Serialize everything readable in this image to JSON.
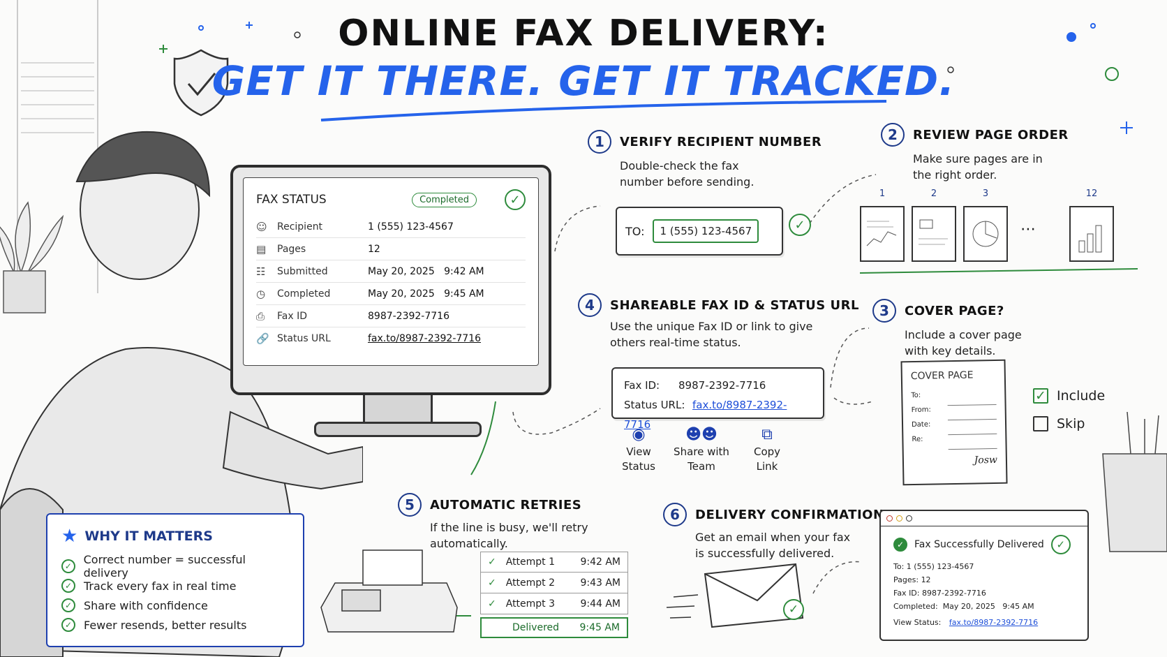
{
  "title": {
    "line1": "ONLINE FAX DELIVERY:",
    "line2": "GET IT THERE. GET IT TRACKED."
  },
  "fax_status": {
    "heading": "FAX STATUS",
    "badge": "Completed",
    "rows": [
      {
        "icon": "person-icon",
        "label": "Recipient",
        "value": "1 (555) 123-4567"
      },
      {
        "icon": "pages-icon",
        "label": "Pages",
        "value": "12"
      },
      {
        "icon": "calendar-icon",
        "label": "Submitted",
        "value": "May 20, 2025   9:42 AM"
      },
      {
        "icon": "clock-icon",
        "label": "Completed",
        "value": "May 20, 2025   9:45 AM"
      },
      {
        "icon": "fax-icon",
        "label": "Fax ID",
        "value": "8987-2392-7716"
      },
      {
        "icon": "link-icon",
        "label": "Status URL",
        "value": "fax.to/8987-2392-7716"
      }
    ]
  },
  "why": {
    "heading": "WHY IT MATTERS",
    "items": [
      "Correct number = successful delivery",
      "Track every fax in real time",
      "Share with confidence",
      "Fewer resends, better results"
    ]
  },
  "step1": {
    "num": "1",
    "title": "VERIFY RECIPIENT NUMBER",
    "desc1": "Double-check the fax",
    "desc2": "number before sending.",
    "to_label": "TO:",
    "to_value": "1 (555) 123-4567"
  },
  "step2": {
    "num": "2",
    "title": "REVIEW PAGE ORDER",
    "desc1": "Make sure pages are in",
    "desc2": "the right order.",
    "pages": [
      "1",
      "2",
      "3",
      "12"
    ]
  },
  "step3": {
    "num": "3",
    "title": "COVER PAGE?",
    "desc1": "Include a cover page",
    "desc2": "with key details.",
    "cover_title": "COVER PAGE",
    "fields": [
      "To:",
      "From:",
      "Date:",
      "Re:"
    ],
    "signature": "Josw",
    "include": "Include",
    "skip": "Skip"
  },
  "step4": {
    "num": "4",
    "title": "SHAREABLE FAX ID & STATUS URL",
    "desc1": "Use the unique Fax ID or link to give",
    "desc2": "others real-time status.",
    "fax_id_label": "Fax ID:",
    "fax_id_value": "8987-2392-7716",
    "status_url_label": "Status URL:",
    "status_url_value": "fax.to/8987-2392-7716",
    "actions": [
      {
        "line1": "View",
        "line2": "Status"
      },
      {
        "line1": "Share with",
        "line2": "Team"
      },
      {
        "line1": "Copy",
        "line2": "Link"
      }
    ]
  },
  "step5": {
    "num": "5",
    "title": "AUTOMATIC RETRIES",
    "desc1": "If the line is busy, we'll retry",
    "desc2": "automatically.",
    "attempts": [
      {
        "label": "Attempt 1",
        "time": "9:42 AM"
      },
      {
        "label": "Attempt 2",
        "time": "9:43 AM"
      },
      {
        "label": "Attempt 3",
        "time": "9:44 AM"
      }
    ],
    "delivered_label": "Delivered",
    "delivered_time": "9:45 AM"
  },
  "step6": {
    "num": "6",
    "title": "DELIVERY CONFIRMATION",
    "desc1": "Get an email when your fax",
    "desc2": "is successfully delivered.",
    "confirm_heading": "Fax Successfully Delivered",
    "to": "To:  1 (555) 123-4567",
    "pages": "Pages:  12",
    "fax_id": "Fax ID:  8987-2392-7716",
    "completed": "Completed:  May 20, 2025   9:45 AM",
    "view_status_label": "View Status:",
    "view_status_url": "fax.to/8987-2392-7716"
  },
  "colors": {
    "accent_blue": "#2563eb",
    "navy": "#1e3a8a",
    "success_green": "#2e8b3c"
  }
}
